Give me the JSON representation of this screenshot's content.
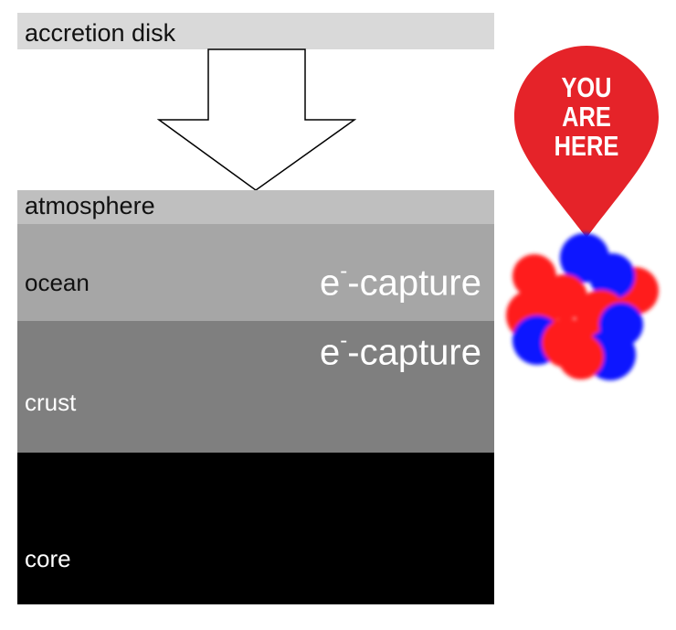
{
  "layers": {
    "disk": "accretion disk",
    "atmosphere": "atmosphere",
    "ocean": "ocean",
    "crust": "crust",
    "core": "core"
  },
  "process": {
    "base": "e",
    "superscript": "-",
    "suffix": "-capture"
  },
  "marker": {
    "line1": "YOU",
    "line2": "ARE",
    "line3": "HERE",
    "color": "#e52329"
  },
  "nucleus": {
    "proton_color": "#ff1f1f",
    "neutron_color": "#0a14ff"
  }
}
